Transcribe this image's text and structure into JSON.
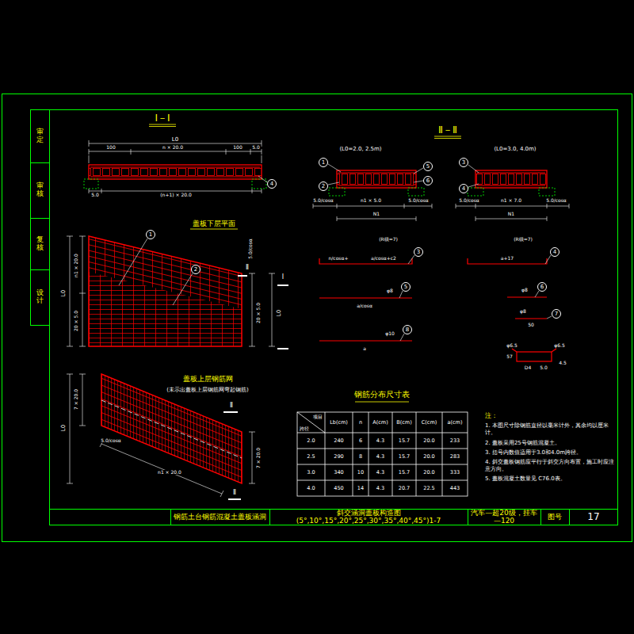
{
  "diagram": {
    "nodes": [
      {
        "text": [
          "审定"
        ]
      },
      {
        "text": [
          "审核"
        ]
      },
      {
        "text": [
          "复核"
        ]
      },
      {
        "text": [
          "设计"
        ]
      },
      {
        "text": [
          "钢筋土台钢筋混凝土盖板涵洞"
        ]
      },
      {
        "text": [
          "斜交涵洞盖板构造图(5°,10°,15°,20°,25°,30°,35°,40°,45°)1-7"
        ]
      },
      {
        "text": [
          "汽车—超20级，挂车—120"
        ]
      },
      {
        "text": [
          "图号"
        ]
      },
      {
        "text": [
          "17"
        ]
      }
    ],
    "labels": [
      "I－I",
      "L0",
      "100",
      "n × 20.0",
      "100",
      "5.0",
      "(n+1) × 20.0",
      "4",
      "5.0",
      "盖板下层平面",
      "1",
      "2",
      "n1 × 20.0",
      "20 × 5.0",
      "L0",
      "20 × 5.0",
      "5.0/cosα",
      "Ⅱ",
      "Ⅰ",
      "L0",
      "盖板上层钢筋网",
      "(未示出盖板上层钢筋网弯起钢筋)",
      "7 × 20.0",
      "L0",
      "n1 × 20.0",
      "5.0/cosα",
      "7 × 20.0",
      "Ⅱ",
      "Ⅱ",
      "Ⅱ－Ⅱ",
      "(L0=2.0, 2.5m)",
      "(L0=3.0, 4.0m)",
      "1",
      "2",
      "5",
      "6",
      "3",
      "4",
      "5.0/cosα",
      "n1 × 5.0",
      "5.0/cosα",
      "N1",
      "5.0/cosα",
      "n1 × 7.0",
      "5.0/cosα",
      "N1",
      "(R级=7)",
      "3",
      "n/cosα+",
      "a/cosα+c2",
      "(R级=7)",
      "4",
      "a+17",
      "φ8",
      "5",
      "a/cosα",
      "φ8",
      "6",
      "φ8",
      "50",
      "7",
      "φ10",
      "8",
      "a",
      "φ6.5",
      "φ6.5",
      "57",
      "D4",
      "5.0",
      "4.5",
      "钢筋分布尺寸表",
      "项目",
      "跨径",
      "Lb(cm)",
      "n",
      "A(cm)",
      "B(cm)",
      "C(cm)",
      "a(cm)",
      "2.0",
      "240",
      "6",
      "4.3",
      "15.7",
      "20.0",
      "233",
      "2.5",
      "290",
      "8",
      "4.3",
      "15.7",
      "20.0",
      "283",
      "3.0",
      "340",
      "10",
      "4.3",
      "15.7",
      "20.0",
      "333",
      "4.0",
      "450",
      "14",
      "4.3",
      "20.7",
      "22.5",
      "443",
      "注：",
      "1. 本图尺寸除钢筋直径以毫米计外，其余均以厘米计。",
      "2. 盖板采用25号钢筋混凝土。",
      "3. 括号内数值适用于3.0和4.0m跨径。",
      "4. 斜交盖板钢筋应平行于斜交方向布置，施工时应注意方向。",
      "5. 盖板混凝土数量见 C76.0表。"
    ]
  }
}
